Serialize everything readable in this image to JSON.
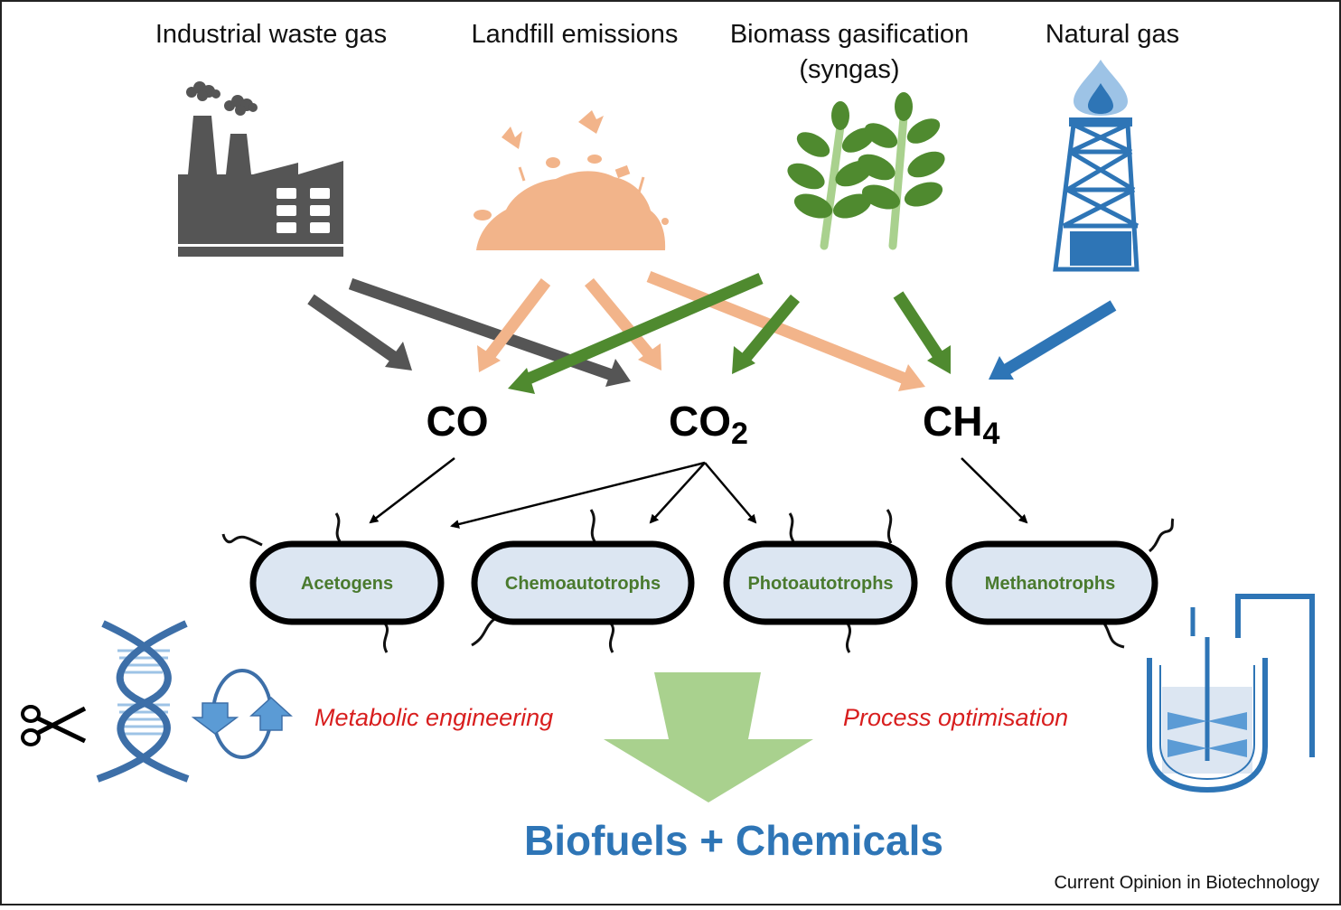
{
  "sources": [
    {
      "label": "Industrial waste gas",
      "icon": "factory-icon"
    },
    {
      "label": "Landfill emissions",
      "icon": "landfill-icon"
    },
    {
      "label_line1": "Biomass gasification",
      "label_line2": "(syngas)",
      "icon": "plants-icon"
    },
    {
      "label": "Natural gas",
      "icon": "gas-rig-icon"
    }
  ],
  "gases": [
    {
      "main": "CO",
      "sub": ""
    },
    {
      "main": "CO",
      "sub": "2"
    },
    {
      "main": "CH",
      "sub": "4"
    }
  ],
  "microbes": [
    "Acetogens",
    "Chemoautotrophs",
    "Photoautotrophs",
    "Methanotrophs"
  ],
  "processes": {
    "left": "Metabolic engineering",
    "right": "Process optimisation",
    "left_icons": [
      "scissors-icon",
      "dna-icon",
      "cycle-arrows-icon"
    ],
    "right_icon": "bioreactor-icon"
  },
  "product": "Biofuels + Chemicals",
  "credit": "Current Opinion in Biotechnology",
  "colors": {
    "industrial": "#555555",
    "landfill": "#f2b48a",
    "biomass": "#4f8a2f",
    "natural_gas": "#2e75b6",
    "microbe_fill": "#dce6f2",
    "product_arrow": "#a9d18e",
    "process_text": "#d81e1e"
  }
}
